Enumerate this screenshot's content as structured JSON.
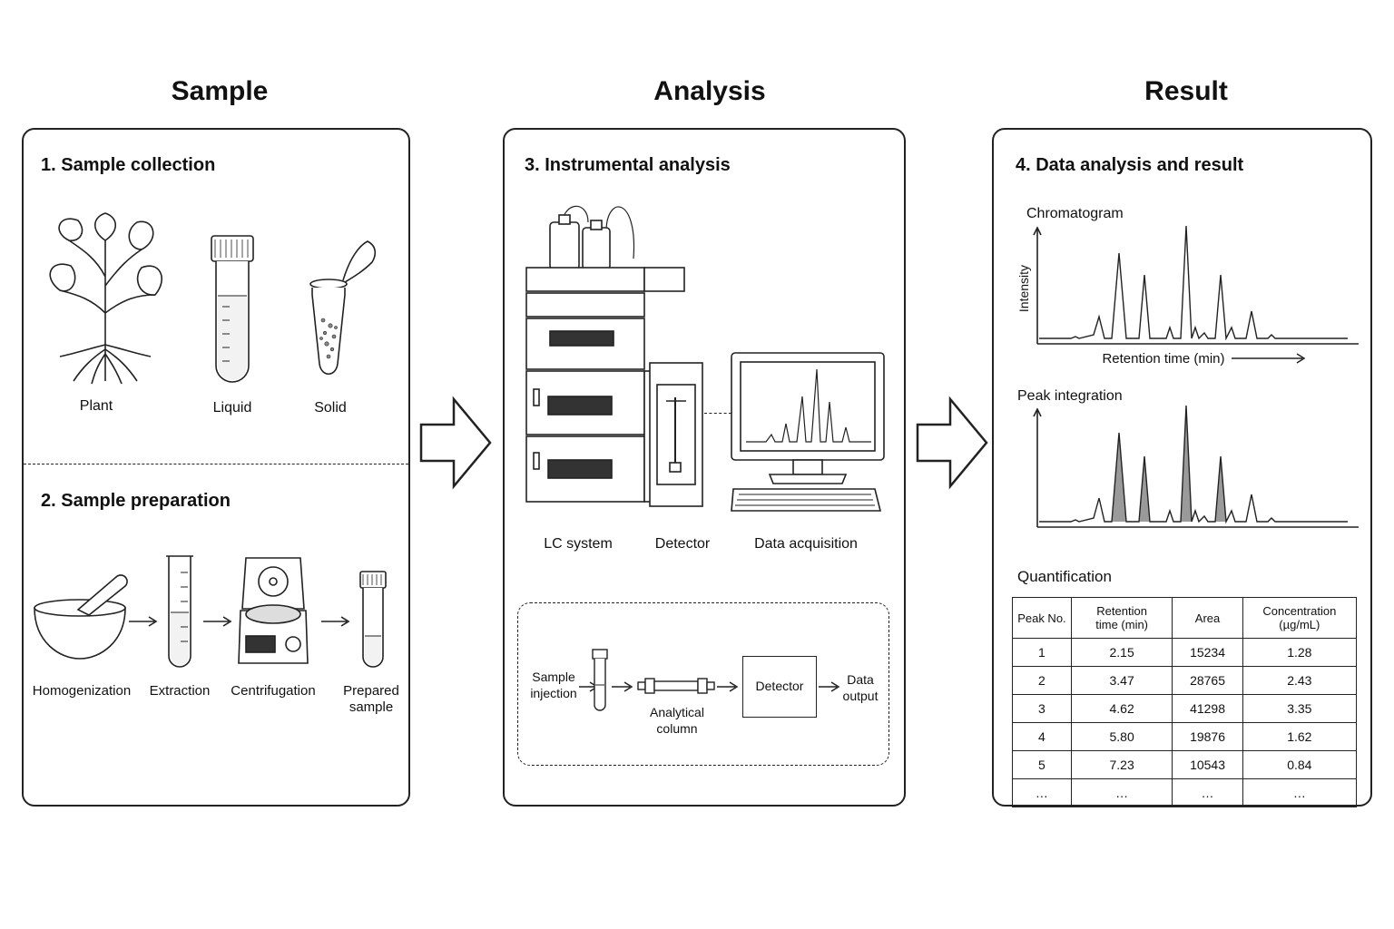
{
  "columns": {
    "sample": "Sample",
    "analysis": "Analysis",
    "result": "Result"
  },
  "sample_panel": {
    "collection_title": "1.  Sample collection",
    "collection_items": [
      "Plant",
      "Liquid",
      "Solid"
    ],
    "preparation_title": "2.  Sample preparation",
    "preparation_steps": [
      "Homogenization",
      "Extraction",
      "Centrifugation",
      "Prepared sample"
    ]
  },
  "analysis_panel": {
    "title": "3.  Instrumental analysis",
    "components": [
      "LC system",
      "Detector",
      "Data acquisition"
    ],
    "flow": {
      "injection": "Sample injection",
      "column": "Analytical column",
      "detector": "Detector",
      "output": "Data output"
    }
  },
  "result_panel": {
    "title": "4.  Data analysis and result",
    "chromatogram_title": "Chromatogram",
    "y_axis": "Intensity",
    "x_axis": "Retention time (min)",
    "integration_title": "Peak integration",
    "quantification_title": "Quantification",
    "table": {
      "headers": [
        "Peak No.",
        "Retention time (min)",
        "Area",
        "Concentration (µg/mL)"
      ],
      "rows": [
        [
          "1",
          "2.15",
          "15234",
          "1.28"
        ],
        [
          "2",
          "3.47",
          "28765",
          "2.43"
        ],
        [
          "3",
          "4.62",
          "41298",
          "3.35"
        ],
        [
          "4",
          "5.80",
          "19876",
          "1.62"
        ],
        [
          "5",
          "7.23",
          "10543",
          "0.84"
        ],
        [
          "…",
          "…",
          "…",
          "…"
        ]
      ]
    }
  },
  "colors": {
    "line": "#222222",
    "fill": "#9a9a9a",
    "shade": "#e8e8e8"
  }
}
